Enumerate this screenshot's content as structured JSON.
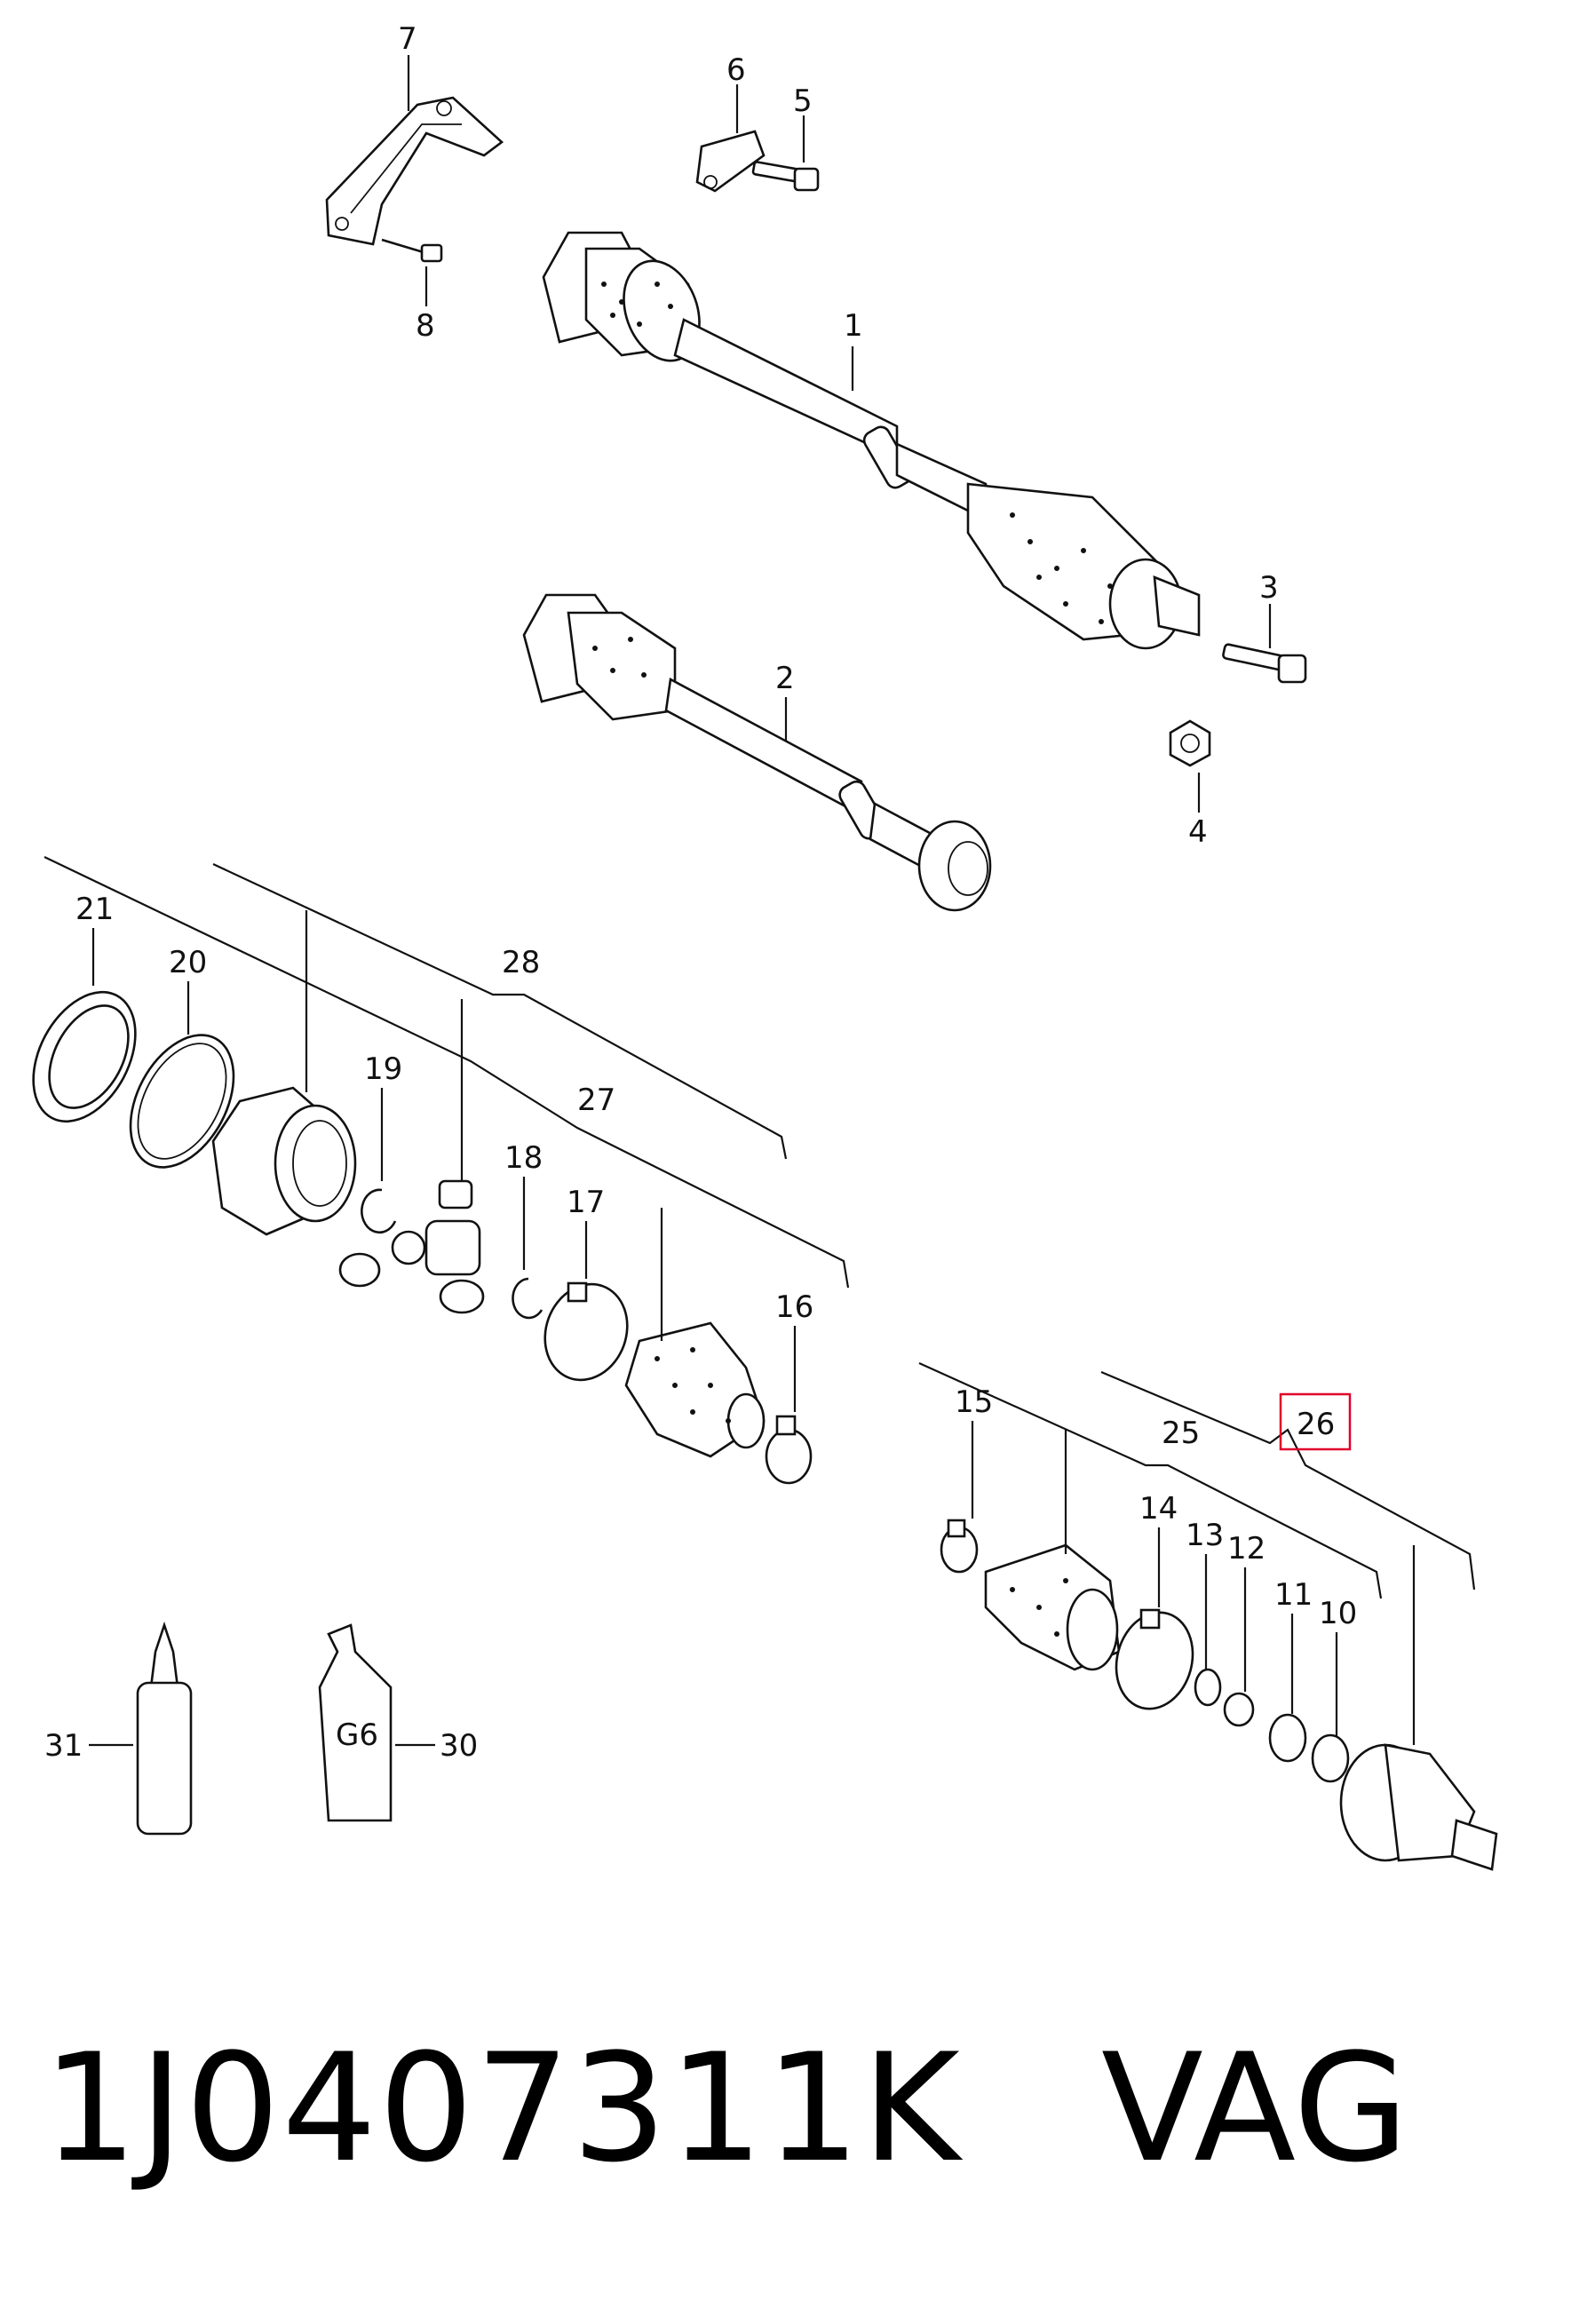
{
  "labels": {
    "l1": "1",
    "l2": "2",
    "l3": "3",
    "l4": "4",
    "l5": "5",
    "l6": "6",
    "l7": "7",
    "l8": "8",
    "l10": "10",
    "l11": "11",
    "l12": "12",
    "l13": "13",
    "l14": "14",
    "l15": "15",
    "l16": "16",
    "l17": "17",
    "l18": "18",
    "l19": "19",
    "l20": "20",
    "l21": "21",
    "l25": "25",
    "l26": "26",
    "l27": "27",
    "l28": "28",
    "l30": "30",
    "l31": "31"
  },
  "tube_text": "G6",
  "highlight_color": "#e0002a",
  "footer": {
    "part_number": "1J0407311K",
    "brand": "VAG"
  }
}
